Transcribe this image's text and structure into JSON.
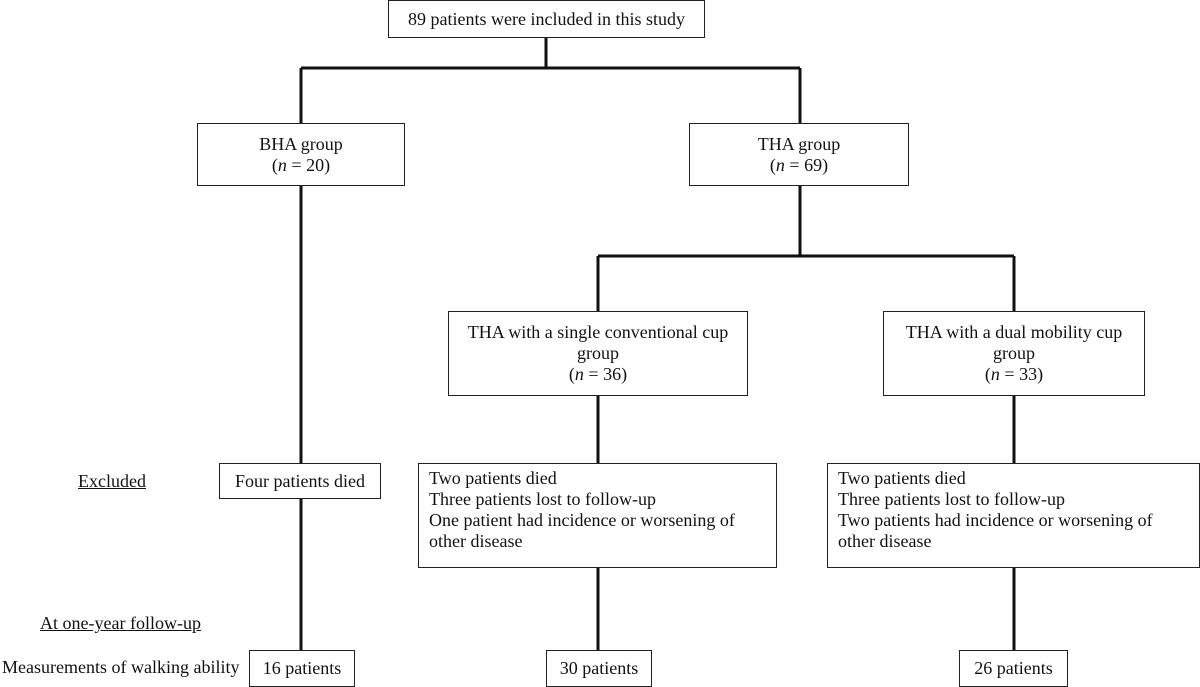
{
  "top": {
    "text": "89 patients were included in this study"
  },
  "bha": {
    "title": "BHA group",
    "n_label": "n",
    "n_value": " = 20)"
  },
  "tha": {
    "title": "THA group",
    "n_label": "n",
    "n_value": " = 69)"
  },
  "single_cup": {
    "line1": "THA with a single conventional cup",
    "line2": "group",
    "n_label": "n",
    "n_value": " = 36)"
  },
  "dual_cup": {
    "line1": "THA with a dual mobility cup",
    "line2": "group",
    "n_label": "n",
    "n_value": " = 33)"
  },
  "labels": {
    "excluded": "Excluded",
    "followup": "At one-year follow-up",
    "measurements": "Measurements of walking ability"
  },
  "excl_bha": {
    "text": "Four patients died"
  },
  "excl_single": {
    "lines": [
      "Two patients died",
      "Three patients lost to follow-up",
      "One patient had incidence or worsening of",
      "other disease"
    ]
  },
  "excl_dual": {
    "lines": [
      "Two patients died",
      "Three patients lost to follow-up",
      "Two patients had incidence or worsening of",
      "other disease"
    ]
  },
  "result_bha": {
    "text": "16 patients"
  },
  "result_single": {
    "text": "30 patients"
  },
  "result_dual": {
    "text": "26 patients"
  }
}
